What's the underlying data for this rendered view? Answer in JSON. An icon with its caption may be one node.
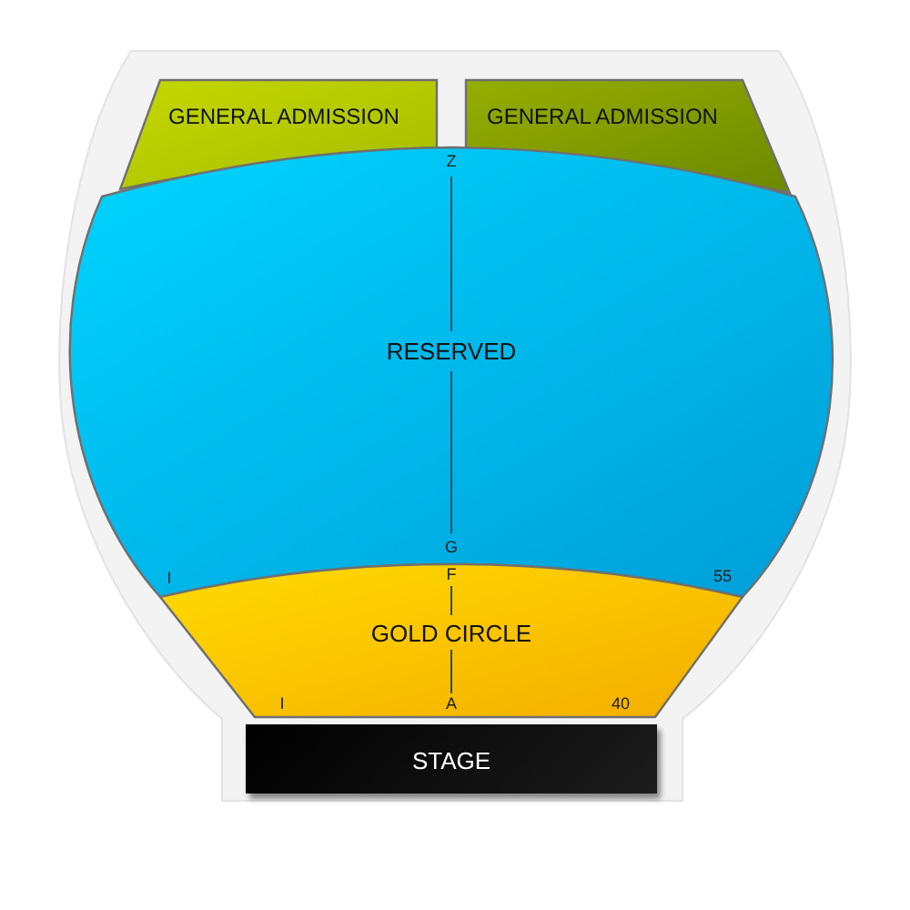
{
  "diagram": {
    "nodes": [
      {
        "text": [
          "GENERAL ADMISSION"
        ]
      },
      {
        "text": [
          "GENERAL ADMISSION"
        ]
      },
      {
        "text": [
          "RESERVED"
        ]
      },
      {
        "text": [
          "GOLD CIRCLE"
        ]
      },
      {
        "text": [
          "STAGE"
        ]
      }
    ],
    "labels": [
      "Z",
      "G",
      "I",
      "F",
      "55",
      "I",
      "A",
      "40"
    ]
  }
}
